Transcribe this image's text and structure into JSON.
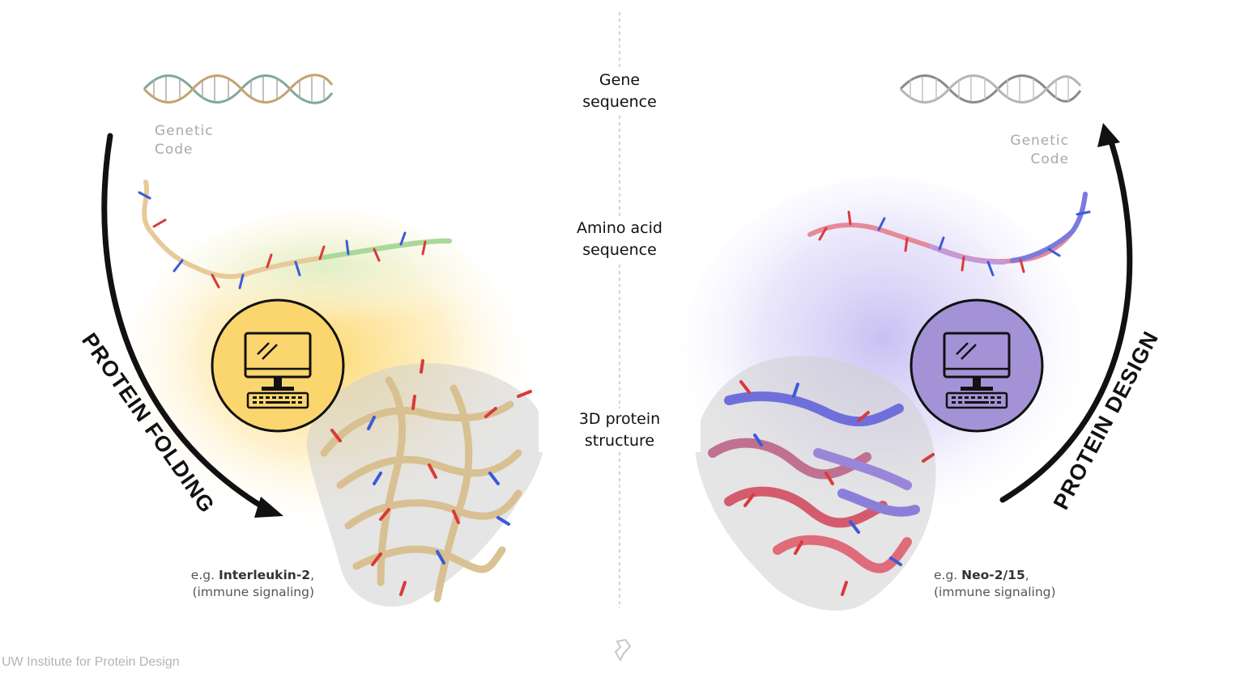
{
  "center_labels": {
    "gene": [
      "Gene",
      "sequence"
    ],
    "amino": [
      "Amino acid",
      "sequence"
    ],
    "structure": [
      "3D protein",
      "structure"
    ]
  },
  "left": {
    "genetic_code": [
      "Genetic",
      "Code"
    ],
    "arrow_label": "PROTEIN FOLDING",
    "caption_prefix": "e.g.",
    "caption_name": "Interleukin-2",
    "caption_suffix": ",",
    "caption_line2": "(immune signaling)",
    "accent": "#f9d98a",
    "structure_color": "#d9bf8e"
  },
  "right": {
    "genetic_code": [
      "Genetic",
      "Code"
    ],
    "arrow_label": "PROTEIN DESIGN",
    "caption_prefix": "e.g.",
    "caption_name": "Neo-2/15",
    "caption_suffix": ",",
    "caption_line2": "(immune signaling)",
    "accent": "#b3a1dc",
    "structure_color": "#8a7fd8"
  },
  "footer": "UW Institute for Protein Design"
}
